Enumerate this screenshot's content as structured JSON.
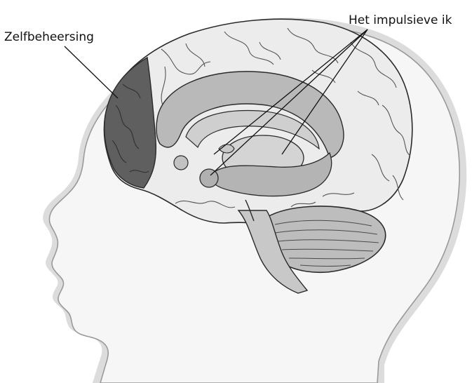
{
  "labels": {
    "self_control": "Zelfbeheersing",
    "impulsive_self": "Het impulsieve ik"
  },
  "colors": {
    "head_fill": "#f4f4f4",
    "head_shadow": "#d8d8d8",
    "outline": "#2a2a2a",
    "cortex": "#ececec",
    "prefrontal_highlight": "#5f5f5f",
    "limbic": "#b9b9b9",
    "limbic_light": "#cfcfcf",
    "cerebellum": "#bdbdbd",
    "brainstem": "#c8c8c8"
  },
  "icons": {
    "head": "head-profile",
    "brain": "brain-sagittal"
  }
}
